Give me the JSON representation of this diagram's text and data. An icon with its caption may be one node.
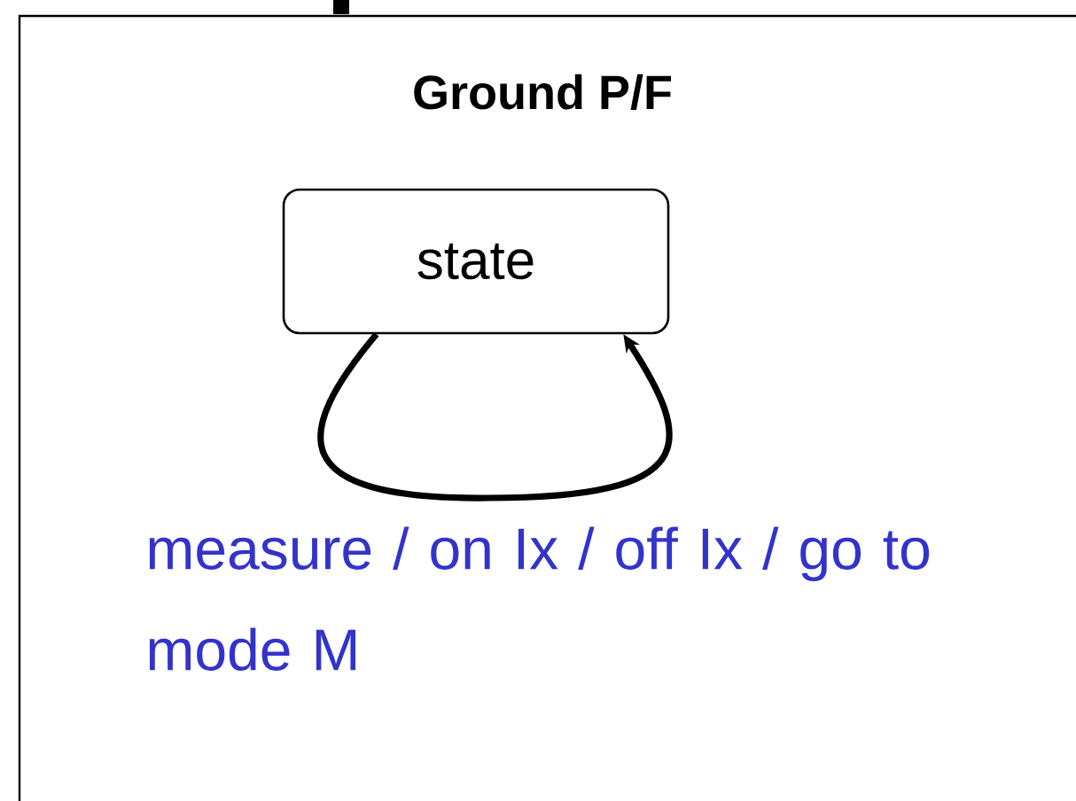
{
  "diagram": {
    "nodes": [
      {
        "text": [
          "Ground P/F"
        ]
      },
      {
        "text": [
          "state"
        ],
        "in": 0
      }
    ],
    "edges": [
      {
        "from": 1,
        "to": 1,
        "arrow": "to",
        "label": "measure / on Ix / off Ix / go to mode M"
      }
    ]
  }
}
